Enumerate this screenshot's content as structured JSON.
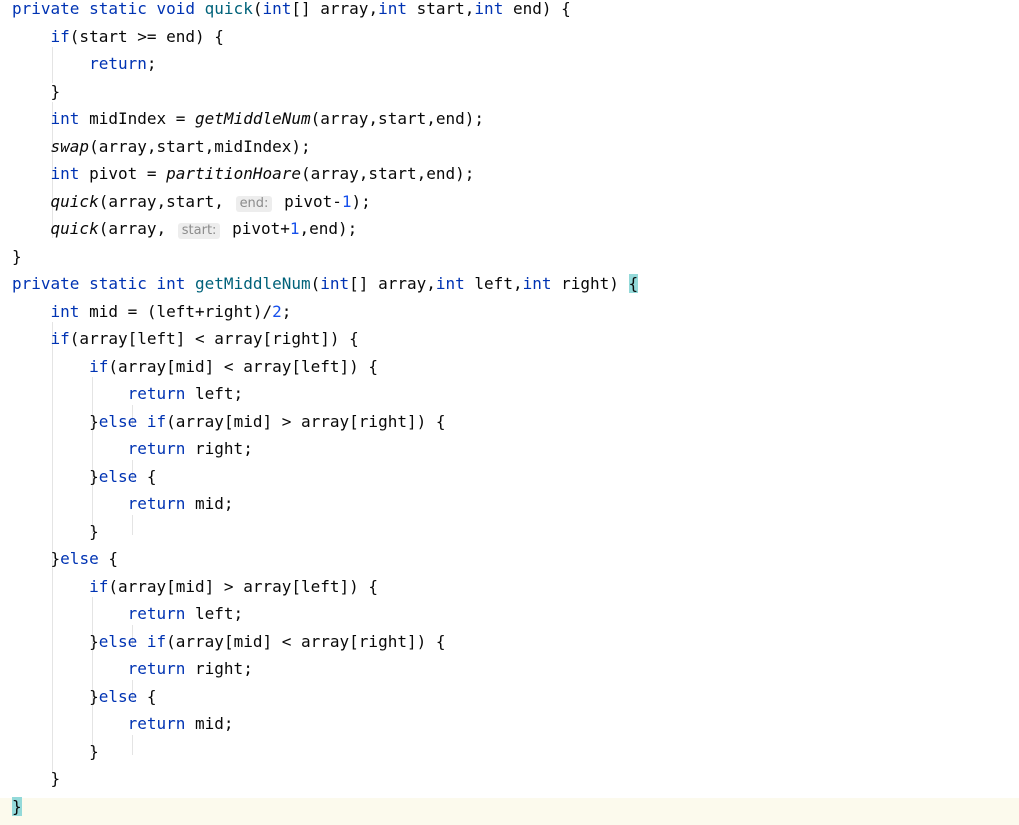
{
  "editor": {
    "lines": [
      [
        [
          "kw",
          "private static void "
        ],
        [
          "fn",
          "quick"
        ],
        [
          "",
          "("
        ],
        [
          "kw",
          "int"
        ],
        [
          "",
          "[] array,"
        ],
        [
          "kw",
          "int"
        ],
        [
          "",
          " start,"
        ],
        [
          "kw",
          "int"
        ],
        [
          "",
          " end) {"
        ]
      ],
      [
        [
          "",
          "    "
        ],
        [
          "kw",
          "if"
        ],
        [
          "",
          "(start >= end) {"
        ]
      ],
      [
        [
          "",
          "        "
        ],
        [
          "kw",
          "return"
        ],
        [
          "",
          ";"
        ]
      ],
      [
        [
          "",
          "    }"
        ]
      ],
      [
        [
          "",
          "    "
        ],
        [
          "kw",
          "int"
        ],
        [
          "",
          " midIndex = "
        ],
        [
          "it",
          "getMiddleNum"
        ],
        [
          "",
          "(array,start,end);"
        ]
      ],
      [
        [
          "",
          "    "
        ],
        [
          "it",
          "swap"
        ],
        [
          "",
          "(array,start,midIndex);"
        ]
      ],
      [
        [
          "",
          "    "
        ],
        [
          "kw",
          "int"
        ],
        [
          "",
          " pivot = "
        ],
        [
          "it",
          "partitionHoare"
        ],
        [
          "",
          "(array,start,end);"
        ]
      ],
      [
        [
          "",
          "    "
        ],
        [
          "it",
          "quick"
        ],
        [
          "",
          "(array,start, "
        ],
        [
          "hint",
          "end:"
        ],
        [
          "",
          " pivot-"
        ],
        [
          "num",
          "1"
        ],
        [
          "",
          ");"
        ]
      ],
      [
        [
          "",
          "    "
        ],
        [
          "it",
          "quick"
        ],
        [
          "",
          "(array, "
        ],
        [
          "hint",
          "start:"
        ],
        [
          "",
          " pivot+"
        ],
        [
          "num",
          "1"
        ],
        [
          "",
          ",end);"
        ]
      ],
      [
        [
          "",
          "}"
        ]
      ],
      [
        [
          "kw",
          "private static int "
        ],
        [
          "fn",
          "getMiddleNum"
        ],
        [
          "",
          "("
        ],
        [
          "kw",
          "int"
        ],
        [
          "",
          "[] array,"
        ],
        [
          "kw",
          "int"
        ],
        [
          "",
          " left,"
        ],
        [
          "kw",
          "int"
        ],
        [
          "",
          " right) "
        ],
        [
          "match",
          "{"
        ]
      ],
      [
        [
          "",
          "    "
        ],
        [
          "kw",
          "int"
        ],
        [
          "",
          " mid = (left+right)/"
        ],
        [
          "num",
          "2"
        ],
        [
          "",
          ";"
        ]
      ],
      [
        [
          "",
          "    "
        ],
        [
          "kw",
          "if"
        ],
        [
          "",
          "(array[left] < array[right]) {"
        ]
      ],
      [
        [
          "",
          "        "
        ],
        [
          "kw",
          "if"
        ],
        [
          "",
          "(array[mid] < array[left]) {"
        ]
      ],
      [
        [
          "",
          "            "
        ],
        [
          "kw",
          "return"
        ],
        [
          "",
          " left;"
        ]
      ],
      [
        [
          "",
          "        }"
        ],
        [
          "kw",
          "else if"
        ],
        [
          "",
          "(array[mid] > array[right]) {"
        ]
      ],
      [
        [
          "",
          "            "
        ],
        [
          "kw",
          "return"
        ],
        [
          "",
          " right;"
        ]
      ],
      [
        [
          "",
          "        }"
        ],
        [
          "kw",
          "else"
        ],
        [
          "",
          " {"
        ]
      ],
      [
        [
          "",
          "            "
        ],
        [
          "kw",
          "return"
        ],
        [
          "",
          " mid;"
        ]
      ],
      [
        [
          "",
          "        }"
        ]
      ],
      [
        [
          "",
          "    }"
        ],
        [
          "kw",
          "else"
        ],
        [
          "",
          " {"
        ]
      ],
      [
        [
          "",
          "        "
        ],
        [
          "kw",
          "if"
        ],
        [
          "",
          "(array[mid] > array[left]) {"
        ]
      ],
      [
        [
          "",
          "            "
        ],
        [
          "kw",
          "return"
        ],
        [
          "",
          " left;"
        ]
      ],
      [
        [
          "",
          "        }"
        ],
        [
          "kw",
          "else if"
        ],
        [
          "",
          "(array[mid] < array[right]) {"
        ]
      ],
      [
        [
          "",
          "            "
        ],
        [
          "kw",
          "return"
        ],
        [
          "",
          " right;"
        ]
      ],
      [
        [
          "",
          "        }"
        ],
        [
          "kw",
          "else"
        ],
        [
          "",
          " {"
        ]
      ],
      [
        [
          "",
          "            "
        ],
        [
          "kw",
          "return"
        ],
        [
          "",
          " mid;"
        ]
      ],
      [
        [
          "",
          "        }"
        ]
      ],
      [
        [
          "",
          "    }"
        ]
      ],
      [
        [
          "match",
          "}"
        ]
      ]
    ],
    "current_line_index": 29,
    "colors": {
      "keyword": "#0033b3",
      "method_declaration": "#00627a",
      "number": "#1750eb",
      "text": "#080808",
      "inlay_hint": "#8c8c8c",
      "brace_match": "#93d9d9",
      "current_line": "#fcfaed"
    }
  }
}
